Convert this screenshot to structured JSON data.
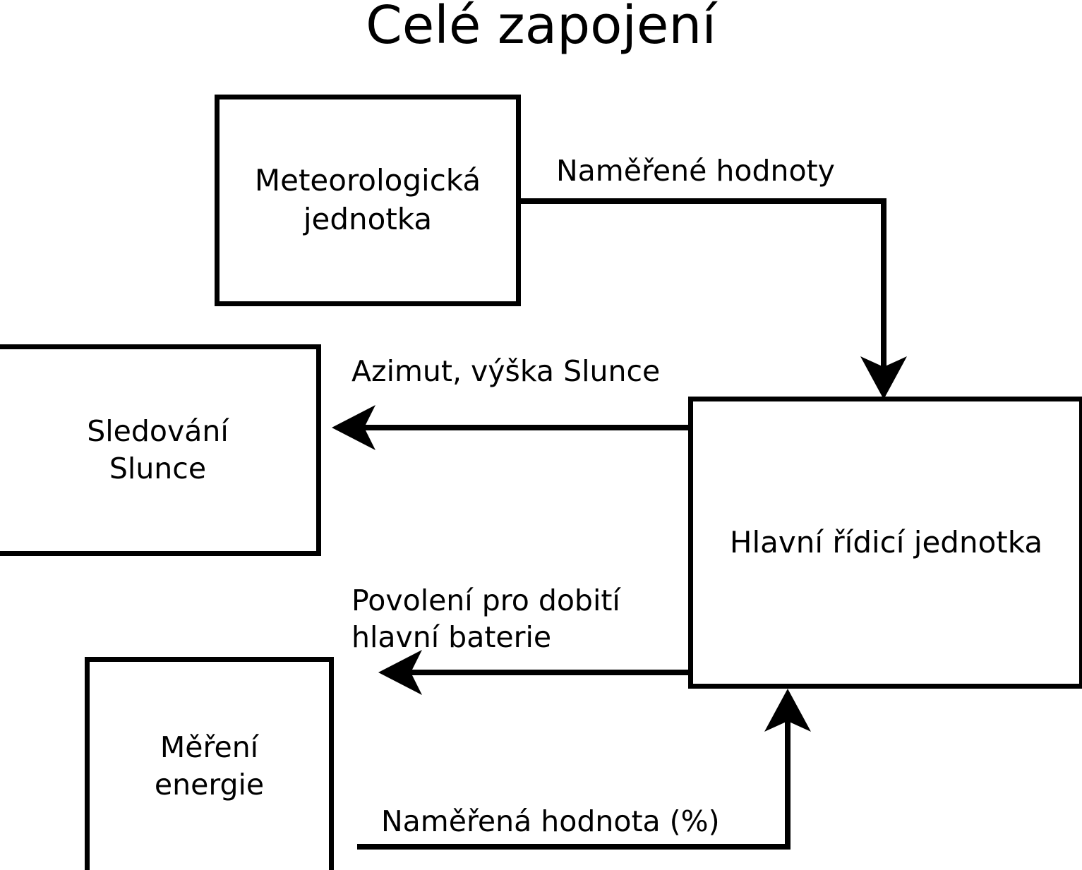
{
  "diagram": {
    "title": "Celé zapojení",
    "type": "block-diagram",
    "background_color": "#ffffff",
    "line_color": "#000000",
    "nodes": [
      {
        "id": "meteo",
        "label": "Meteorologická\njednotka"
      },
      {
        "id": "tracking",
        "label": "Sledování\nSlunce"
      },
      {
        "id": "energy",
        "label": "Měření\nenergie"
      },
      {
        "id": "control",
        "label": "Hlavní řídicí jednotka"
      }
    ],
    "edges": [
      {
        "id": "measured-values",
        "from": "meteo",
        "to": "control",
        "label": "Naměřené hodnoty",
        "arrow": "down"
      },
      {
        "id": "azimuth",
        "from": "control",
        "to": "tracking",
        "label": "Azimut, výška Slunce",
        "arrow": "left"
      },
      {
        "id": "charge-permit",
        "from": "control",
        "to": "energy",
        "label": "Povolení pro dobití\nhlavní baterie",
        "arrow": "left"
      },
      {
        "id": "measured-percent",
        "from": "energy",
        "to": "control",
        "label": "Naměřená hodnota (%)",
        "arrow": "up"
      }
    ]
  }
}
